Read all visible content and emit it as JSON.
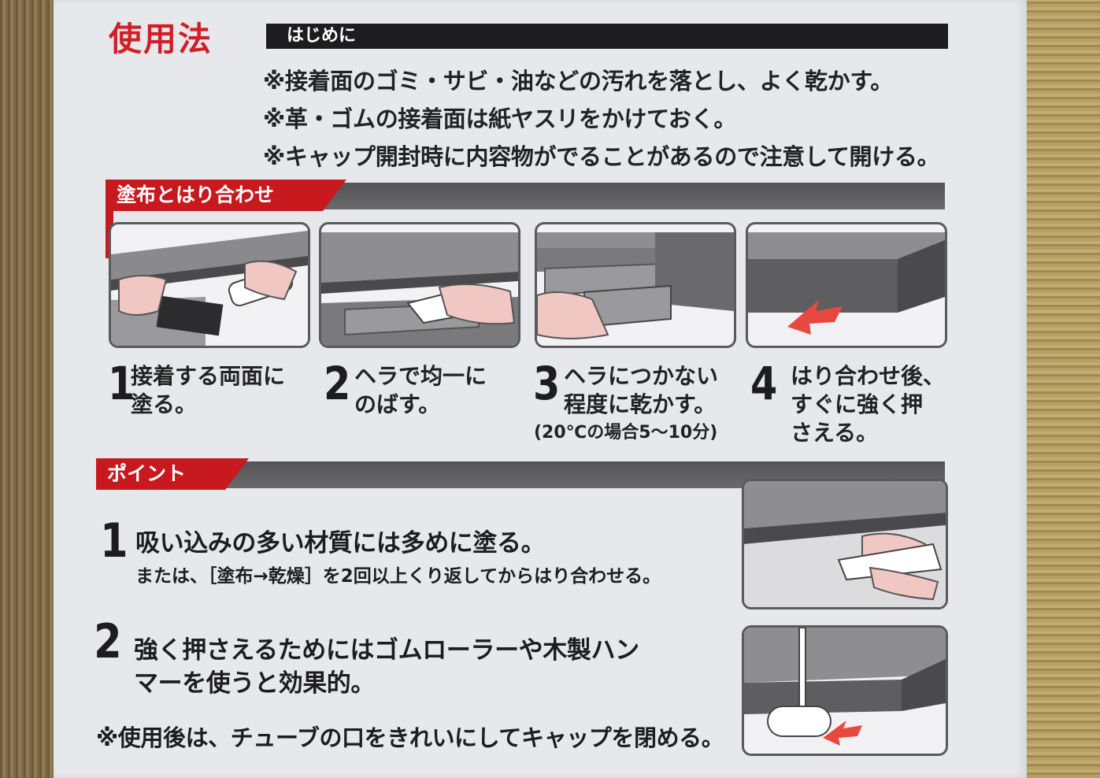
{
  "heading": "使用法",
  "intro": {
    "label": "はじめに",
    "notes": [
      "※接着面のゴミ・サビ・油などの汚れを落とし、よく乾かす。",
      "※革・ゴムの接着面は紙ヤスリをかけておく。",
      "※キャップ開封時に内容物がでることがあるので注意して開ける。"
    ]
  },
  "application": {
    "title": "塗布とはり合わせ",
    "steps": [
      {
        "num": "1",
        "lines": [
          "接着する両面に",
          "塗る。"
        ],
        "illustration": "apply-both-surfaces-icon"
      },
      {
        "num": "2",
        "lines": [
          "ヘラで均一に",
          "のばす。"
        ],
        "illustration": "spread-with-spatula-icon"
      },
      {
        "num": "3",
        "lines": [
          "ヘラにつかない",
          "程度に乾かす。"
        ],
        "sub": "(20℃の場合5〜10分)",
        "illustration": "dry-surface-icon"
      },
      {
        "num": "4",
        "lines": [
          "はり合わせ後、",
          "すぐに強く押",
          "さえる。"
        ],
        "illustration": "press-together-icon"
      }
    ]
  },
  "points": {
    "title": "ポイント",
    "items": [
      {
        "num": "1",
        "text": "吸い込みの多い材質には多めに塗る。",
        "sub": "または、［塗布→乾燥］を2回以上くり返してからはり合わせる。"
      },
      {
        "num": "2",
        "lines": [
          "強く押さえるためにはゴムローラーや木製ハン",
          "マーを使うと効果的。"
        ]
      }
    ],
    "footer": "※使用後は、チューブの口をきれいにしてキャップを閉める。"
  },
  "colors": {
    "accent": "#c8191f",
    "heading": "#d21f27",
    "band": "#5a5a5d",
    "text": "#1d1d1f"
  }
}
